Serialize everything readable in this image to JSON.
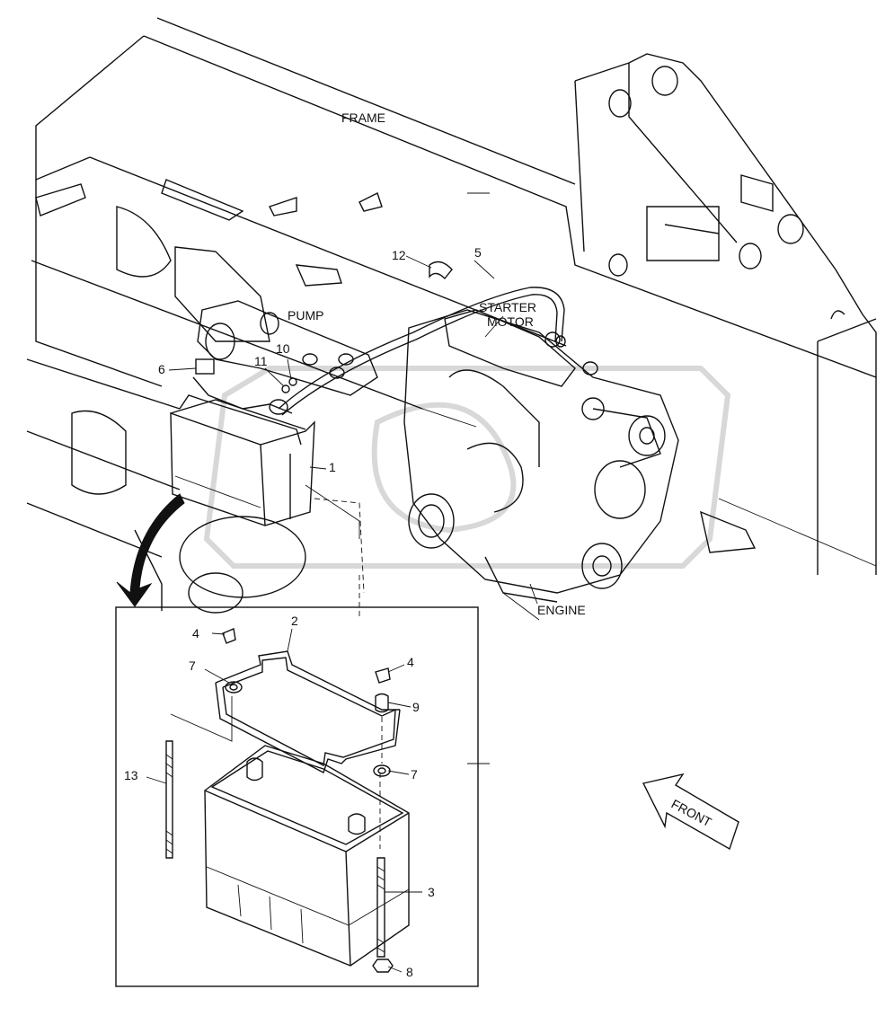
{
  "labels": {
    "frame": "FRAME",
    "pump": "PUMP",
    "starter_line1": "STARTER",
    "starter_line2": "MOTOR",
    "engine": "ENGINE",
    "front": "FRONT"
  },
  "callouts": {
    "c1": "1",
    "c2": "2",
    "c3": "3",
    "c4a": "4",
    "c4b": "4",
    "c5": "5",
    "c6": "6",
    "c7a": "7",
    "c7b": "7",
    "c8": "8",
    "c9": "9",
    "c10": "10",
    "c11": "11",
    "c12": "12",
    "c13": "13"
  }
}
